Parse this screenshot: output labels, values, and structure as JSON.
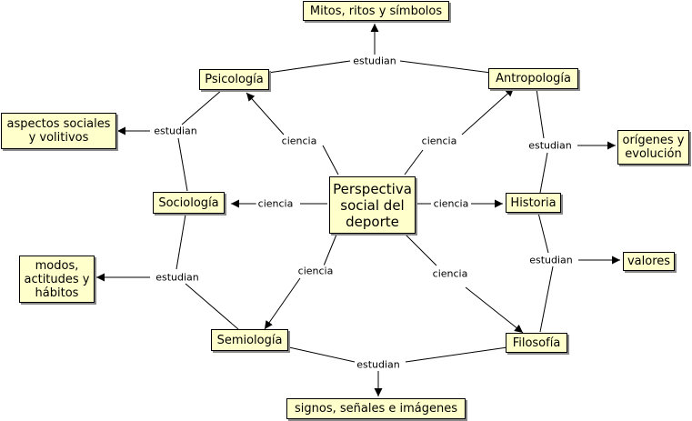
{
  "nodes": {
    "mitos": "Mitos, ritos y símbolos",
    "psicologia": "Psicología",
    "antropologia": "Antropología",
    "aspectos": "aspectos sociales\ny volitivos",
    "origenes": "orígenes y\nevolución",
    "sociologia": "Sociología",
    "perspectiva": "Perspectiva\nsocial del\ndeporte",
    "historia": "Historia",
    "modos": "modos,\nactitudes y\nhábitos",
    "valores": "valores",
    "semiologia": "Semiología",
    "filosofia": "Filosofía",
    "signos": "signos, señales e imágenes"
  },
  "labels": {
    "estudian": "estudian",
    "ciencia": "ciencia"
  },
  "colors": {
    "node_fill": "#ffffcc",
    "line": "#000000"
  }
}
